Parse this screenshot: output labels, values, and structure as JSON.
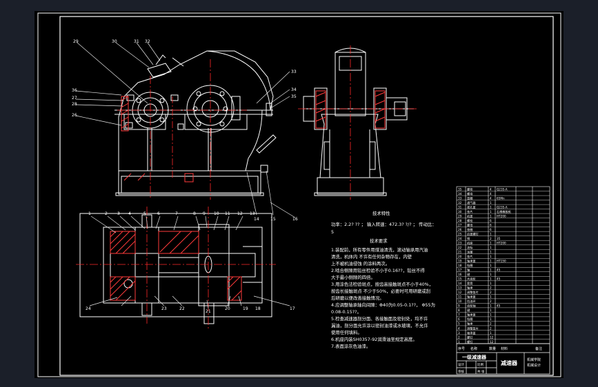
{
  "drawing": {
    "title": "减速器",
    "subtitle": "一级减速器",
    "colors": {
      "background": "#1b1f29",
      "sheet": "#000000",
      "frame": "#ffffff",
      "centerline": "#ff2a2a",
      "hatch": "#ff3b3b",
      "part": "#ffffff",
      "leader": "#e9e9e9"
    }
  },
  "tech": {
    "params_title": "技术特性",
    "params_line1": "功率：2.2? ??  ；  输入转速：472.3? ?/?  ；  传动比：",
    "params_line2": "5",
    "req_title": "技术要求",
    "req_lines": [
      "1.装配前，所有零件用煤油清洗，滚动轴承用汽油",
      "  清洗，机体内  不许有任何杂物存在，内壁",
      "  上不被机油侵蚀  的涂料两次。",
      "2.啮合侧隙用铅丝检验不小于0.16??，铅丝不得",
      "  大于最小侧隙的四倍。",
      "3.用涂色法检验斑点，按齿高接触斑点不小于40%，",
      "  按齿长接触斑点  不少于50%，必要时可用研磨或刮",
      "  后研磨以便改善接触情况。",
      "4.应调整轴承轴向间隙：Φ40为0.05-0.1??， Φ55为",
      "  0.08-0.15??。",
      "5.检查减速器剖分面、各接触面及密封处，均不许",
      "  漏油，剖分面允许涂以密封油漆或水玻璃，不允许",
      "  使用任何填料。",
      "6.机座内装SH0357-92润滑油至规定高度。",
      "7.表面涂灰色油漆。"
    ]
  },
  "callouts_front": [
    "29",
    "30",
    "31",
    "32",
    "33",
    "34",
    "35",
    "36",
    "27",
    "28",
    "26",
    "14",
    "15",
    "16"
  ],
  "callouts_top": [
    "1",
    "2",
    "3",
    "4",
    "5",
    "6",
    "7",
    "8",
    "9",
    "10",
    "11",
    "12",
    "13",
    "17",
    "18",
    "19",
    "20",
    "21",
    "22",
    "23",
    "24"
  ],
  "bom": {
    "rows": [
      {
        "no": "35",
        "name": "螺栓",
        "qty": "4",
        "material": "Q235-A"
      },
      {
        "no": "34",
        "name": "螺母",
        "qty": "4",
        "material": ""
      },
      {
        "no": "33",
        "name": "垫圈",
        "qty": "4",
        "material": "65Mn"
      },
      {
        "no": "32",
        "name": "通气器",
        "qty": "1",
        "material": ""
      },
      {
        "no": "31",
        "name": "视孔盖",
        "qty": "1",
        "material": "Q235-A"
      },
      {
        "no": "30",
        "name": "垫片",
        "qty": "1",
        "material": "石棉橡胶纸"
      },
      {
        "no": "29",
        "name": "机盖",
        "qty": "1",
        "material": "HT200"
      },
      {
        "no": "28",
        "name": "螺栓",
        "qty": "6",
        "material": ""
      },
      {
        "no": "27",
        "name": "螺母",
        "qty": "6",
        "material": ""
      },
      {
        "no": "26",
        "name": "垫圈",
        "qty": "6",
        "material": ""
      },
      {
        "no": "25",
        "name": "启盖螺钉",
        "qty": "1",
        "material": ""
      },
      {
        "no": "24",
        "name": "销",
        "qty": "2",
        "material": "35"
      },
      {
        "no": "23",
        "name": "机座",
        "qty": "1",
        "material": "HT200"
      },
      {
        "no": "22",
        "name": "油标",
        "qty": "1",
        "material": ""
      },
      {
        "no": "21",
        "name": "油塞",
        "qty": "1",
        "material": ""
      },
      {
        "no": "20",
        "name": "垫片",
        "qty": "1",
        "material": ""
      },
      {
        "no": "19",
        "name": "轴承盖",
        "qty": "1",
        "material": "HT150"
      },
      {
        "no": "18",
        "name": "毡圈",
        "qty": "1",
        "material": ""
      },
      {
        "no": "17",
        "name": "轴",
        "qty": "1",
        "material": "45"
      },
      {
        "no": "16",
        "name": "键",
        "qty": "1",
        "material": ""
      },
      {
        "no": "15",
        "name": "大齿轮",
        "qty": "1",
        "material": "45"
      },
      {
        "no": "14",
        "name": "套筒",
        "qty": "1",
        "material": ""
      },
      {
        "no": "13",
        "name": "轴承",
        "qty": "2",
        "material": ""
      },
      {
        "no": "12",
        "name": "调整垫片",
        "qty": "2",
        "material": ""
      },
      {
        "no": "11",
        "name": "轴承盖",
        "qty": "1",
        "material": ""
      },
      {
        "no": "10",
        "name": "挡油环",
        "qty": "2",
        "material": ""
      },
      {
        "no": "9",
        "name": "齿轮轴",
        "qty": "1",
        "material": "45"
      },
      {
        "no": "8",
        "name": "键",
        "qty": "1",
        "material": ""
      },
      {
        "no": "7",
        "name": "轴承盖",
        "qty": "1",
        "material": ""
      },
      {
        "no": "6",
        "name": "毡圈",
        "qty": "1",
        "material": ""
      },
      {
        "no": "5",
        "name": "轴承",
        "qty": "2",
        "material": ""
      },
      {
        "no": "4",
        "name": "调整垫片",
        "qty": "2",
        "material": ""
      },
      {
        "no": "3",
        "name": "轴承盖",
        "qty": "1",
        "material": ""
      },
      {
        "no": "2",
        "name": "螺钉",
        "qty": "12",
        "material": ""
      },
      {
        "no": "1",
        "name": "螺钉",
        "qty": "12",
        "material": ""
      }
    ],
    "header": {
      "no": "序号",
      "name": "名称",
      "qty": "数量",
      "material": "材料",
      "note": "备注"
    }
  },
  "title_block": {
    "name": "减速器",
    "org": "一级减速器",
    "right_top": "机械学院",
    "right_bottom": "机械设计",
    "design": "设计",
    "check": "审核",
    "scale": "比例",
    "sheet": "共  张"
  }
}
